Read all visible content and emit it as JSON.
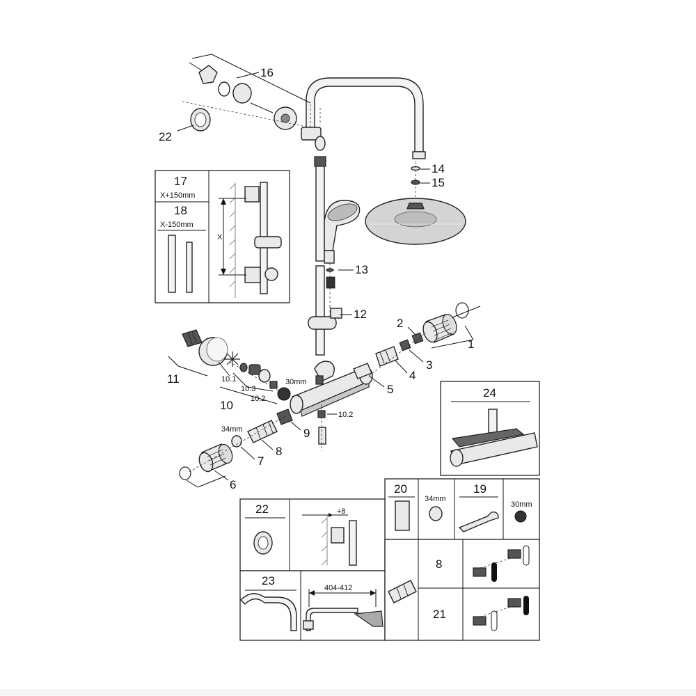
{
  "callouts": {
    "c1": "1",
    "c2": "2",
    "c3": "3",
    "c4": "4",
    "c5": "5",
    "c6": "6",
    "c7": "7",
    "c8": "8",
    "c9": "9",
    "c10": "10",
    "c10_1": "10.1",
    "c10_2": "10.2",
    "c10_3": "10.3",
    "c10_2b": "10.2",
    "c11": "11",
    "c12": "12",
    "c13": "13",
    "c14": "14",
    "c15": "15",
    "c16": "16",
    "c22": "22",
    "d30": "30mm",
    "d34": "34mm"
  },
  "panel_extension": {
    "p17": "17",
    "p17_len": "X+150mm",
    "p18": "18",
    "p18_len": "X-150mm",
    "x_label": "X"
  },
  "panel_24": {
    "title": "24"
  },
  "panel_tools": {
    "p20": "20",
    "p20_size": "34mm",
    "p19": "19",
    "p19_size": "30mm"
  },
  "panel_22": {
    "title": "22",
    "offset": "+8"
  },
  "panel_23": {
    "title": "23",
    "range": "404-412"
  },
  "panel_cartridge": {
    "p8": "8",
    "p21": "21"
  }
}
